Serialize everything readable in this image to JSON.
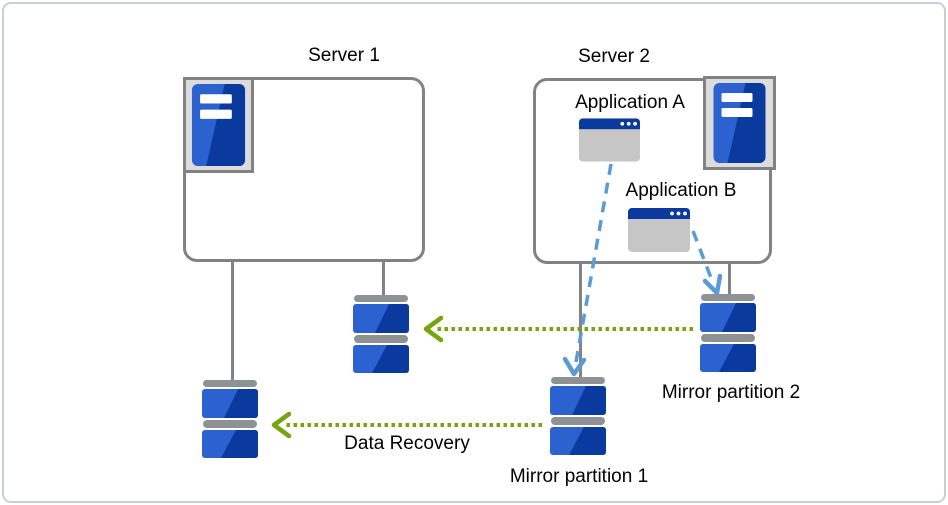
{
  "diagram": {
    "server1": {
      "label": "Server 1",
      "icon": "server-tower-icon"
    },
    "server2": {
      "label": "Server 2",
      "icon": "server-tower-icon"
    },
    "application_a": {
      "label": "Application A",
      "icon": "app-window-icon"
    },
    "application_b": {
      "label": "Application B",
      "icon": "app-window-icon"
    },
    "mirror_partition_1": {
      "label": "Mirror partition 1",
      "icon": "disk-stack-icon"
    },
    "mirror_partition_2": {
      "label": "Mirror partition 2",
      "icon": "disk-stack-icon"
    },
    "server1_disks": {
      "count": 2,
      "icon": "disk-stack-icon"
    },
    "data_recovery_arrow": {
      "label": "Data Recovery",
      "style": "green-dotted",
      "direction": "right-to-left"
    },
    "mirror_sync_arrow": {
      "style": "green-dotted",
      "direction": "right-to-left"
    },
    "app_a_write_arrow": {
      "style": "blue-dashed",
      "target": "mirror partition 1"
    },
    "app_b_write_arrow": {
      "style": "blue-dashed",
      "target": "mirror partition 2"
    }
  },
  "colors": {
    "outline_gray": "#828282",
    "icon_blue_light": "#2b62cf",
    "icon_blue_dark": "#0a3a9e",
    "panel_gray": "#dcdcdc",
    "window_body_gray": "#c6c6c6",
    "disk_cap_gray": "#8f9194",
    "arrow_green": "#76a30e",
    "arrow_blue": "#5b9bd5",
    "text": "#000000",
    "canvas_border": "#c9ced3"
  }
}
